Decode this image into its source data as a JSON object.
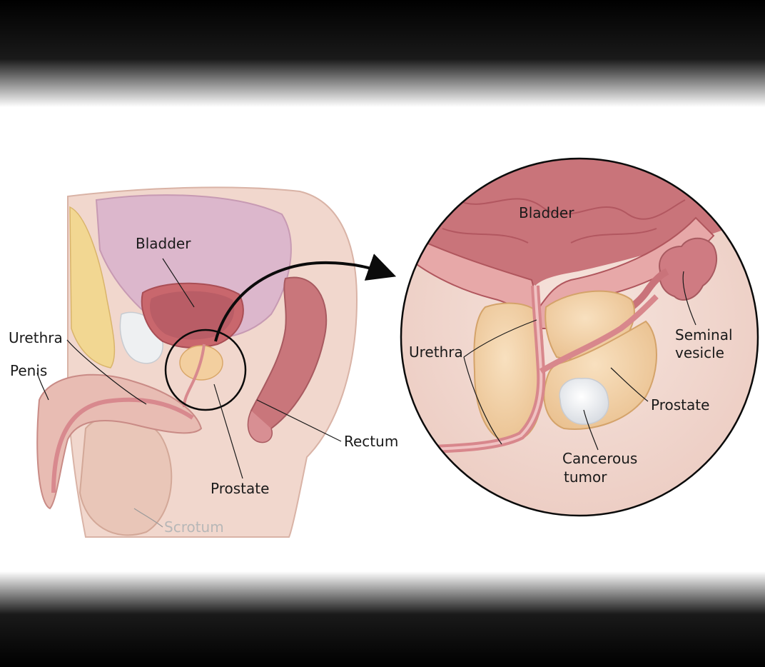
{
  "labels": {
    "left": {
      "bladder": "Bladder",
      "urethra": "Urethra",
      "penis": "Penis",
      "rectum": "Rectum",
      "prostate": "Prostate",
      "scrotum": "Scrotum"
    },
    "inset": {
      "bladder": "Bladder",
      "urethra": "Urethra",
      "seminal_vesicle_line1": "Seminal",
      "seminal_vesicle_line2": "vesicle",
      "prostate": "Prostate",
      "tumor_line1": "Cancerous",
      "tumor_line2": "tumor"
    }
  },
  "colors": {
    "frame_dark": "#0b0b0b",
    "skin": "#f1d7cd",
    "bladder_outer": "#d9b1c6",
    "bladder_wall": "#c96b6f",
    "bladder_lumen": "#c5707a",
    "prostate": "#f3d1a8",
    "fat": "#f2d792",
    "urethra": "#dd8f92",
    "rectum": "#c9767b",
    "tumor": "#ffffff",
    "inset_bg": "#f2d8cf"
  }
}
